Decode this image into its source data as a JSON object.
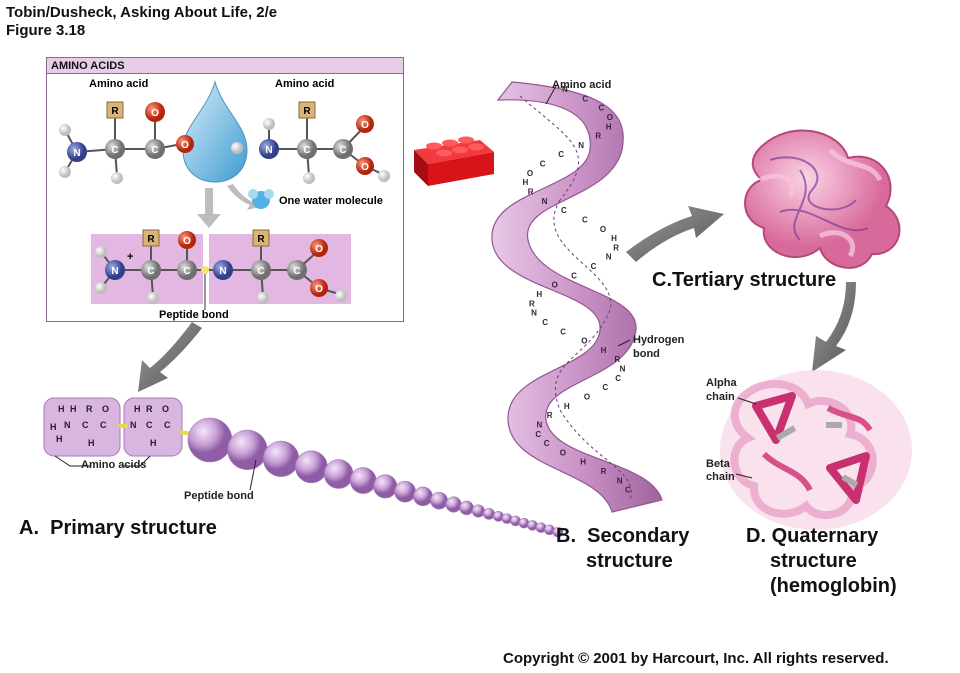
{
  "header": {
    "line1": "Tobin/Dusheck, Asking About Life, 2/e",
    "line2": "Figure 3.18"
  },
  "amino_box": {
    "title": "AMINO ACIDS",
    "amino_acid_left": "Amino acid",
    "amino_acid_right": "Amino acid",
    "water_label": "One water molecule",
    "peptide_bond_label": "Peptide bond",
    "atoms": {
      "R": "R",
      "C": "C",
      "N": "N",
      "O": "O",
      "plus": "+"
    }
  },
  "primary": {
    "amino_acids_label": "Amino acids",
    "peptide_bond_label": "Peptide bond",
    "title_letter": "A.",
    "title": "Primary structure",
    "mini_atoms": [
      "H",
      "H",
      "R",
      "O",
      "H",
      "N",
      "C",
      "C",
      "H",
      "H",
      "R",
      "O",
      "N",
      "C",
      "C",
      "H",
      "H"
    ]
  },
  "secondary": {
    "amino_acid_label": "Amino acid",
    "hydrogen_bond_label_1": "Hydrogen",
    "hydrogen_bond_label_2": "bond",
    "title_letter": "B.",
    "title_1": "Secondary",
    "title_2": "structure",
    "ribbon_letters": [
      "N",
      "C",
      "C",
      "O",
      "H",
      "R"
    ]
  },
  "tertiary": {
    "title": "C.Tertiary structure"
  },
  "quaternary": {
    "alpha_1": "Alpha",
    "alpha_2": "chain",
    "beta_1": "Beta",
    "beta_2": "chain",
    "title_letter": "D.",
    "title_1": "Quaternary",
    "title_2": "structure",
    "title_3": "(hemoglobin)"
  },
  "footer": {
    "copyright": "Copyright © 2001 by Harcourt, Inc. All rights reserved."
  },
  "colors": {
    "ribbon": "#c98fc6",
    "ribbon_dark": "#8e4f8c",
    "bead": "#c9a0d6",
    "atom_c": "#8a8a8a",
    "atom_n": "#4d5fa8",
    "atom_o": "#d23a1e",
    "atom_r": "#d9b47a",
    "water": "#7fc3e8",
    "lego": "#d8141a",
    "tertiary": "#e486b0",
    "quaternary": "#d6508a"
  }
}
